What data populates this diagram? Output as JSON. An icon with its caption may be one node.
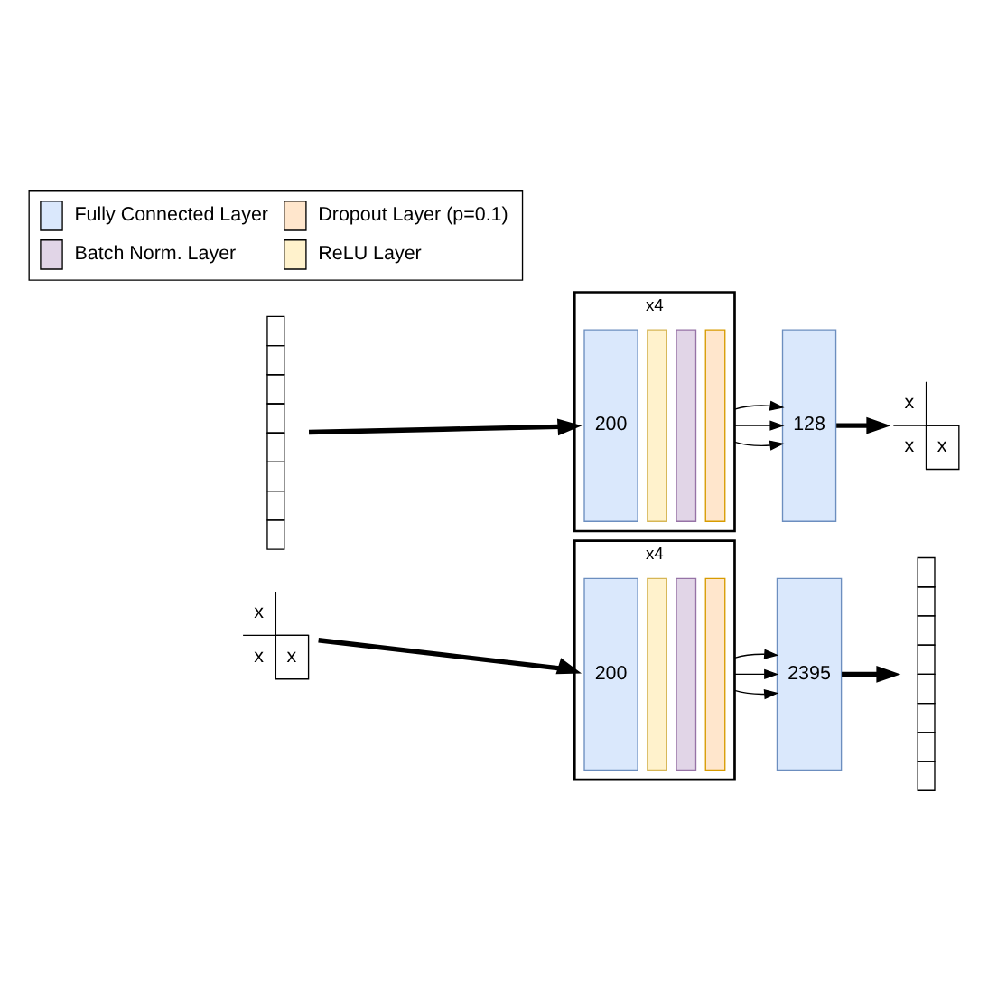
{
  "diagram": {
    "nodes": [
      {
        "text": [],
        "shape": "grid"
      },
      {
        "text": [
          "x4"
        ]
      },
      {
        "text": [
          "200"
        ],
        "in": 1
      },
      {
        "text": [],
        "shape": "bar",
        "in": 1
      },
      {
        "text": [],
        "shape": "bar",
        "in": 1
      },
      {
        "text": [],
        "shape": "bar",
        "in": 1
      },
      {
        "text": [
          "128"
        ]
      },
      {
        "text": [
          "x",
          "x",
          "x"
        ]
      },
      {
        "text": [
          "x",
          "x",
          "x"
        ]
      },
      {
        "text": [
          "x4"
        ]
      },
      {
        "text": [
          "200"
        ],
        "in": 9
      },
      {
        "text": [],
        "shape": "bar",
        "in": 9
      },
      {
        "text": [],
        "shape": "bar",
        "in": 9
      },
      {
        "text": [],
        "shape": "bar",
        "in": 9
      },
      {
        "text": [
          "2395"
        ]
      },
      {
        "text": [],
        "shape": "grid"
      }
    ],
    "edges": [
      {
        "from": 0,
        "to": 2,
        "arrow": "to",
        "style": "thick"
      },
      {
        "from": 5,
        "to": 6,
        "arrow": "to"
      },
      {
        "from": 5,
        "to": 6,
        "arrow": "to"
      },
      {
        "from": 5,
        "to": 6,
        "arrow": "to"
      },
      {
        "from": 6,
        "to": 7,
        "arrow": "to",
        "style": "thick"
      },
      {
        "from": 8,
        "to": 10,
        "arrow": "to",
        "style": "thick"
      },
      {
        "from": 13,
        "to": 14,
        "arrow": "to"
      },
      {
        "from": 13,
        "to": 14,
        "arrow": "to"
      },
      {
        "from": 13,
        "to": 14,
        "arrow": "to"
      },
      {
        "from": 14,
        "to": 15,
        "arrow": "to",
        "style": "thick"
      }
    ],
    "legend": [
      {
        "text": "Fully Connected Layer",
        "color": "#dae8fc"
      },
      {
        "text": "Dropout Layer (p=0.1)",
        "color": "#ffe6cc"
      },
      {
        "text": "Batch Norm. Layer",
        "color": "#e1d5e7"
      },
      {
        "text": "ReLU Layer",
        "color": "#fff2cc"
      }
    ]
  }
}
